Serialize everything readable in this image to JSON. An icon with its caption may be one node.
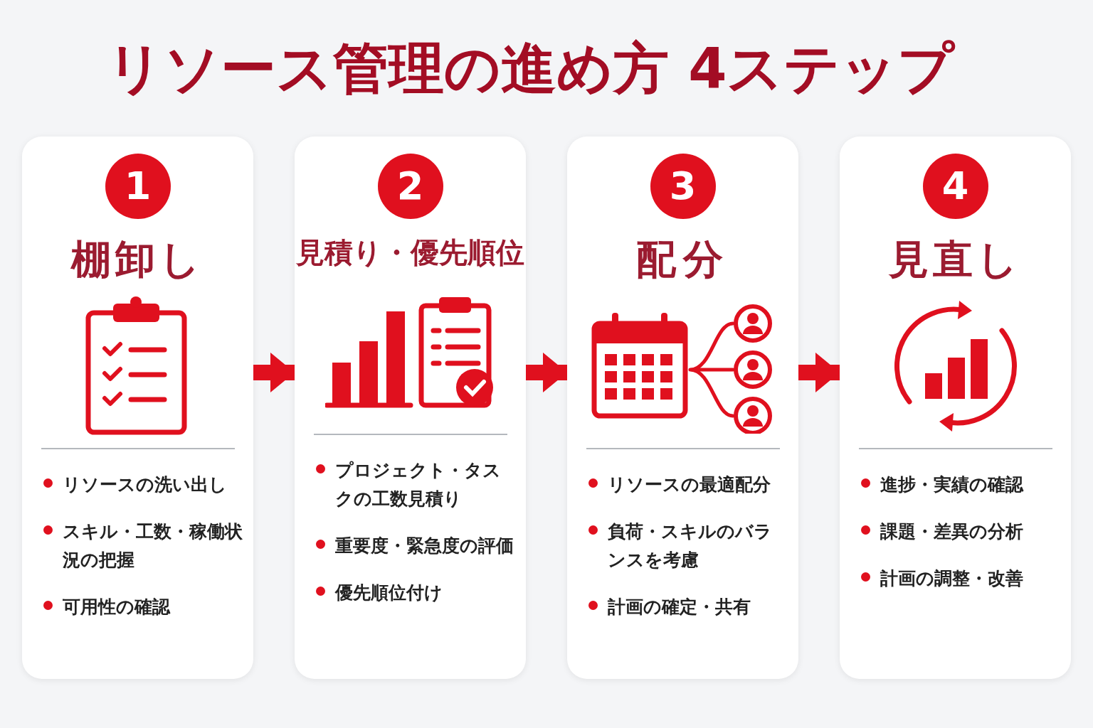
{
  "diagram": {
    "title": "リソース管理の進め方 4ステップ",
    "nodes": [
      {
        "text": [
          "棚卸し",
          "リソースの洗い出し",
          "スキル・工数・稼働状況の把握",
          "可用性の確認"
        ]
      },
      {
        "text": [
          "1"
        ],
        "in": 0
      },
      {
        "text": [
          "見積り・優先順位",
          "プロジェクト・タスクの工数見積り",
          "重要度・緊急度の評価",
          "優先順位付け"
        ]
      },
      {
        "text": [
          "2"
        ],
        "in": 2
      },
      {
        "text": [
          "配分",
          "リソースの最適配分",
          "負荷・スキルのバランスを考慮",
          "計画の確定・共有"
        ]
      },
      {
        "text": [
          "3"
        ],
        "in": 4
      },
      {
        "text": [
          "見直し",
          "進捗・実績の確認",
          "課題・差異の分析",
          "計画の調整・改善"
        ]
      },
      {
        "text": [
          "4"
        ],
        "in": 6
      }
    ],
    "edges": [
      {
        "from": 0,
        "to": 2,
        "arrow": "to"
      },
      {
        "from": 2,
        "to": 4,
        "arrow": "to"
      },
      {
        "from": 4,
        "to": 6,
        "arrow": "to"
      }
    ]
  }
}
